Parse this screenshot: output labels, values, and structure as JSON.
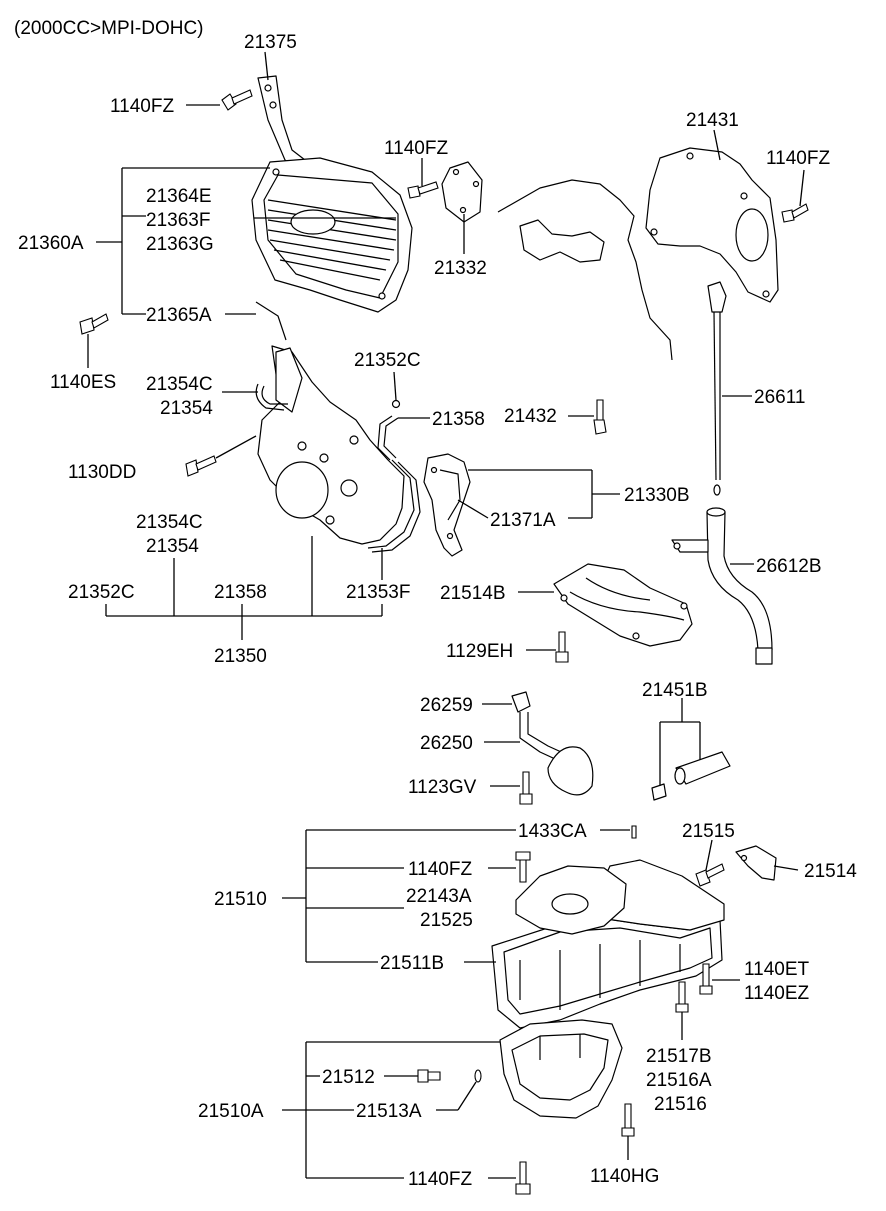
{
  "header": {
    "title": "(2000CC>MPI-DOHC)"
  },
  "labels": [
    {
      "text": "21375"
    },
    {
      "text": "1140FZ"
    },
    {
      "text": "1140FZ"
    },
    {
      "text": "21431"
    },
    {
      "text": "1140FZ"
    },
    {
      "text": "21364E"
    },
    {
      "text": "21363F"
    },
    {
      "text": "21363G"
    },
    {
      "text": "21360A"
    },
    {
      "text": "21332"
    },
    {
      "text": "21365A"
    },
    {
      "text": "1140ES"
    },
    {
      "text": "21352C"
    },
    {
      "text": "21354C"
    },
    {
      "text": "21354"
    },
    {
      "text": "21358"
    },
    {
      "text": "21432"
    },
    {
      "text": "26611"
    },
    {
      "text": "1130DD"
    },
    {
      "text": "21330B"
    },
    {
      "text": "21371A"
    },
    {
      "text": "21354C"
    },
    {
      "text": "21354"
    },
    {
      "text": "26612B"
    },
    {
      "text": "21352C"
    },
    {
      "text": "21358"
    },
    {
      "text": "21353F"
    },
    {
      "text": "21514B"
    },
    {
      "text": "21350"
    },
    {
      "text": "1129EH"
    },
    {
      "text": "21451B"
    },
    {
      "text": "26259"
    },
    {
      "text": "26250"
    },
    {
      "text": "1123GV"
    },
    {
      "text": "1433CA"
    },
    {
      "text": "21515"
    },
    {
      "text": "1140FZ"
    },
    {
      "text": "21514"
    },
    {
      "text": "21510"
    },
    {
      "text": "22143A"
    },
    {
      "text": "21525"
    },
    {
      "text": "21511B"
    },
    {
      "text": "1140ET"
    },
    {
      "text": "1140EZ"
    },
    {
      "text": "21517B"
    },
    {
      "text": "21516A"
    },
    {
      "text": "21516"
    },
    {
      "text": "21512"
    },
    {
      "text": "21510A"
    },
    {
      "text": "21513A"
    },
    {
      "text": "1140FZ"
    },
    {
      "text": "1140HG"
    }
  ]
}
